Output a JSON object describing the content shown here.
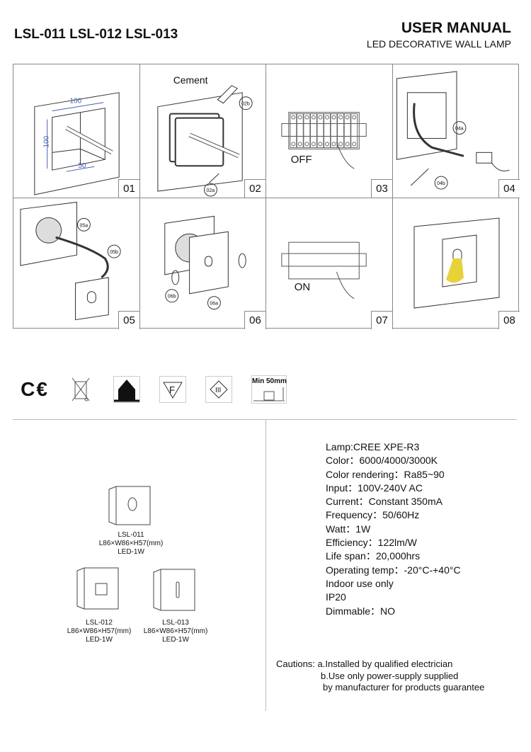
{
  "header": {
    "models": "LSL-011 LSL-012 LSL-013",
    "title": "USER MANUAL",
    "subtitle": "LED DECORATIVE WALL LAMP"
  },
  "steps": [
    {
      "number": "01",
      "dims": {
        "width": "100",
        "height": "100",
        "depth": "50"
      }
    },
    {
      "number": "02",
      "label": "Cement",
      "callouts": [
        "02a",
        "02b"
      ]
    },
    {
      "number": "03",
      "state": "OFF"
    },
    {
      "number": "04",
      "callouts": [
        "04a",
        "04b"
      ]
    },
    {
      "number": "05",
      "callouts": [
        "05a",
        "05b"
      ]
    },
    {
      "number": "06",
      "callouts": [
        "06a",
        "06b"
      ]
    },
    {
      "number": "07",
      "state": "ON"
    },
    {
      "number": "08"
    }
  ],
  "certifications": [
    "ce-mark",
    "weee-bin",
    "indoor-use",
    "f-mark",
    "class-iii",
    "min-50mm-clearance"
  ],
  "cert_text": {
    "f": "F",
    "iii": "III",
    "min": "Min 50mm"
  },
  "products": [
    {
      "model": "LSL-011",
      "dims": "L86×W86×H57(mm)",
      "power": "LED-1W"
    },
    {
      "model": "LSL-012",
      "dims": "L86×W86×H57(mm)",
      "power": "LED-1W"
    },
    {
      "model": "LSL-013",
      "dims": "L86×W86×H57(mm)",
      "power": "LED-1W"
    }
  ],
  "specs": [
    "Lamp:CREE XPE-R3",
    "Color：6000/4000/3000K",
    "Color rendering：Ra85~90",
    "Input：100V-240V AC",
    "Current：Constant 350mA",
    "Frequency：50/60Hz",
    "Watt：1W",
    "Efficiency：122lm/W",
    "Life span：20,000hrs",
    "Operating temp：-20°C-+40°C",
    "Indoor use only",
    "IP20",
    "Dimmable：NO"
  ],
  "cautions": [
    "Cautions: a.Installed by qualified electrician",
    "b.Use only power-supply supplied",
    "by manufacturer for products guarantee"
  ],
  "colors": {
    "dim": "#4a5fb0",
    "glow": "#e8d23a"
  }
}
